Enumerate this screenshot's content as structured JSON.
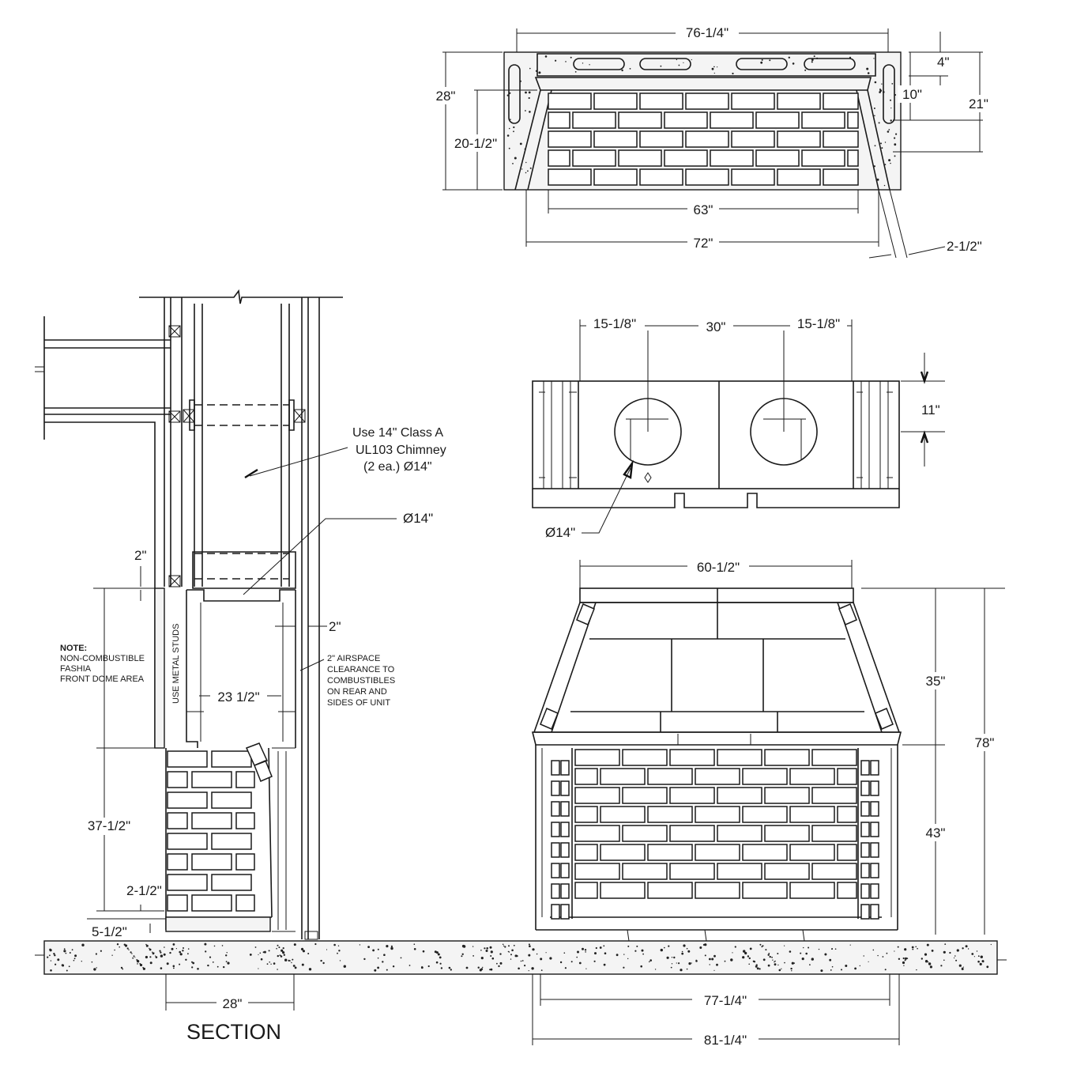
{
  "dimensions": {
    "top_overall_width": "76-1/4\"",
    "top_depth": "28\"",
    "top_inner_depth": "20-1/2\"",
    "top_4": "4\"",
    "top_10": "10\"",
    "top_21": "21\"",
    "top_63": "63\"",
    "top_72": "72\"",
    "top_2_1_2": "2-1/2\"",
    "mid_left_offset": "15-1/8\"",
    "mid_center": "30\"",
    "mid_right_offset": "15-1/8\"",
    "mid_11": "11\"",
    "mid_dia": "Ø14\"",
    "front_top_width": "60-1/2\"",
    "front_35": "35\"",
    "front_78": "78\"",
    "front_43": "43\"",
    "front_77": "77-1/4\"",
    "front_81": "81-1/4\"",
    "sec_2_top": "2\"",
    "sec_2_right": "2\"",
    "sec_23": "23 1/2\"",
    "sec_37": "37-1/2\"",
    "sec_2_1_2": "2-1/2\"",
    "sec_5_1_2": "5-1/2\"",
    "sec_28": "28\"",
    "sec_dia": "Ø14\""
  },
  "callouts": {
    "chimney_line1": "Use 14\" Class A",
    "chimney_line2": "UL103 Chimney",
    "chimney_line3": "(2 ea.) Ø14\"",
    "note_title": "NOTE:",
    "note_line1": "NON-COMBUSTIBLE",
    "note_line2": "FASHIA",
    "note_line3": "FRONT DOME AREA",
    "studs": "USE METAL STUDS",
    "air_line1": "2\" AIRSPACE",
    "air_line2": "CLEARANCE TO",
    "air_line3": "COMBUSTIBLES",
    "air_line4": "ON REAR AND",
    "air_line5": "SIDES OF UNIT"
  },
  "title": "SECTION"
}
